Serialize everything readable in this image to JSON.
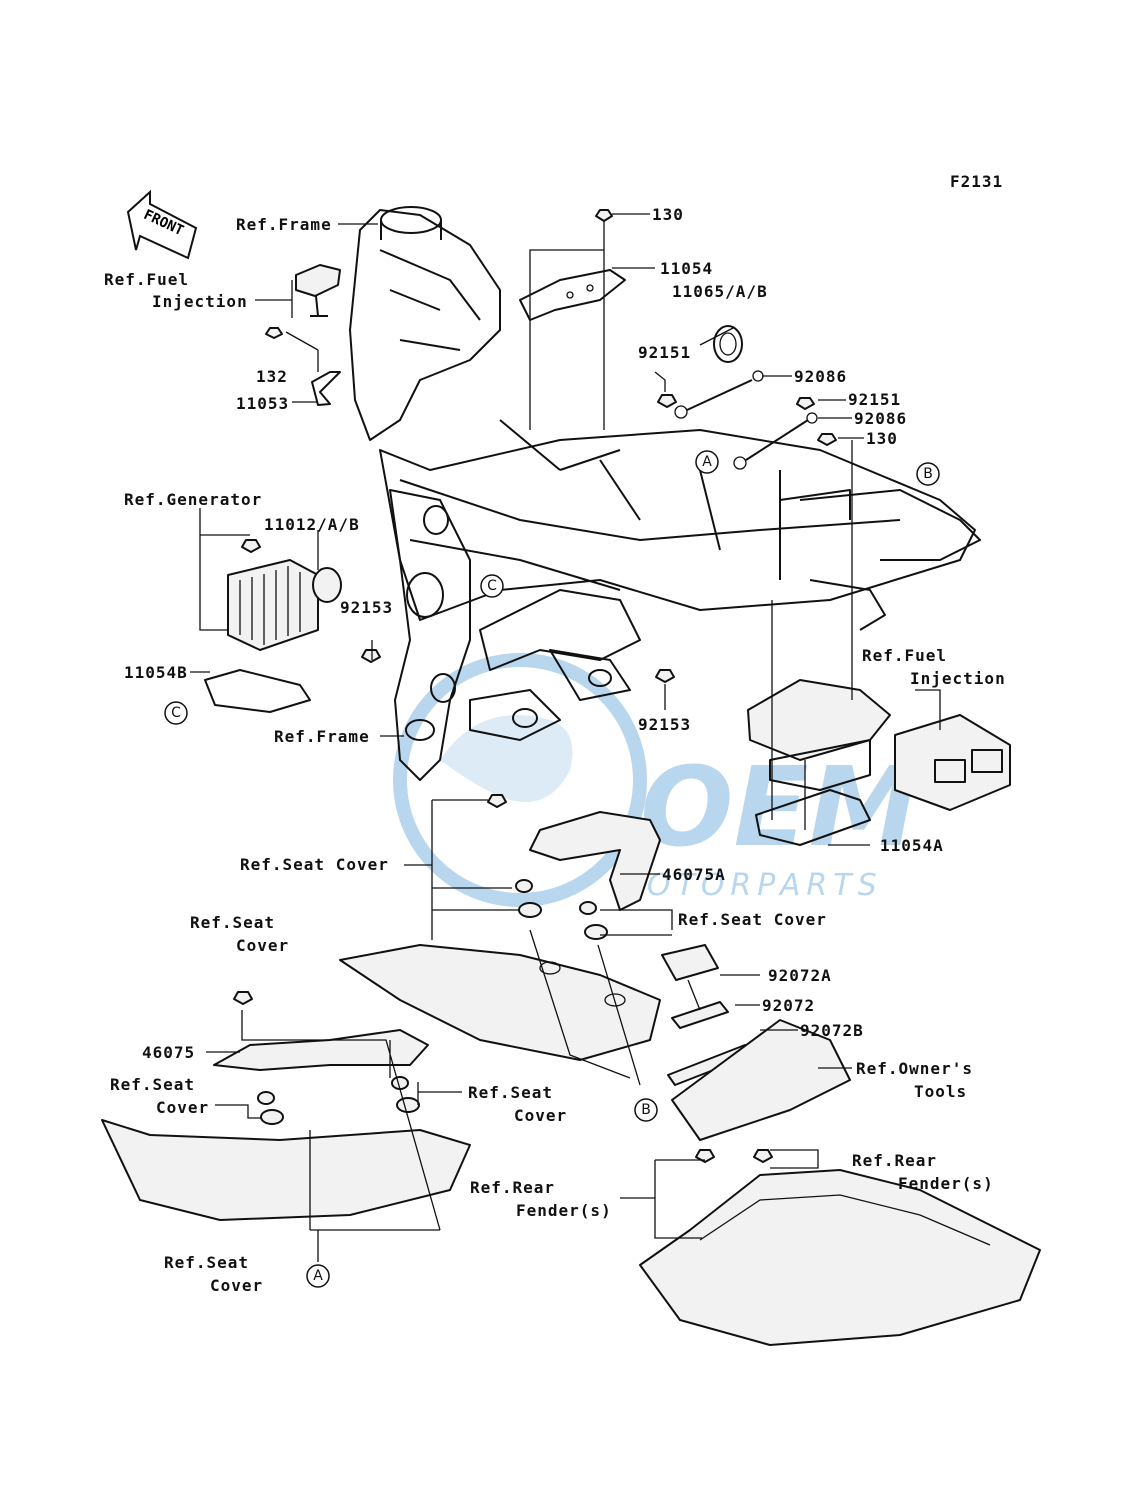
{
  "figure_code": "F2131",
  "front_arrow": "FRONT",
  "watermark": {
    "brand": "OEM",
    "sub": "MOTORPARTS",
    "color": "#7fb6e0"
  },
  "labels": {
    "ref_frame_top": "Ref.Frame",
    "ref_fuel_inj_1a": "Ref.Fuel",
    "ref_fuel_inj_1b": "Injection",
    "p130_top": "130",
    "p11054": "11054",
    "p11065": "11065/A/B",
    "p92151_a": "92151",
    "p92086_a": "92086",
    "p92151_b": "92151",
    "p92086_b": "92086",
    "p130_mid": "130",
    "p132": "132",
    "p11053": "11053",
    "ref_generator": "Ref.Generator",
    "p11012": "11012/A/B",
    "p92153_a": "92153",
    "p11054b": "11054B",
    "ref_frame_mid": "Ref.Frame",
    "p92153_b": "92153",
    "ref_fuel_inj_2a": "Ref.Fuel",
    "ref_fuel_inj_2b": "Injection",
    "p11054a": "11054A",
    "ref_seat_cover_1": "Ref.Seat Cover",
    "p46075a": "46075A",
    "ref_seat_cover_2": "Ref.Seat Cover",
    "ref_seat_cover_3a": "Ref.Seat",
    "ref_seat_cover_3b": "Cover",
    "p92072a": "92072A",
    "p92072": "92072",
    "p92072b": "92072B",
    "p46075": "46075",
    "ref_owners_a": "Ref.Owner's",
    "ref_owners_b": "Tools",
    "ref_seat_cover_4a": "Ref.Seat",
    "ref_seat_cover_4b": "Cover",
    "ref_seat_cover_5a": "Ref.Seat",
    "ref_seat_cover_5b": "Cover",
    "ref_rear_fender_1a": "Ref.Rear",
    "ref_rear_fender_1b": "Fender(s)",
    "ref_rear_fender_2a": "Ref.Rear",
    "ref_rear_fender_2b": "Fender(s)",
    "ref_seat_cover_6a": "Ref.Seat",
    "ref_seat_cover_6b": "Cover"
  },
  "callouts": {
    "a1": "A",
    "b1": "B",
    "c1": "C",
    "c2": "C",
    "b2": "B",
    "a2": "A"
  }
}
